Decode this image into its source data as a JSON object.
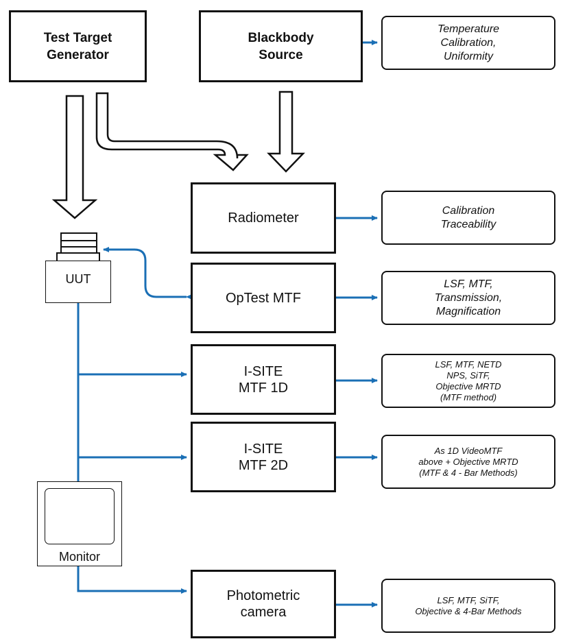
{
  "sources": {
    "test_target_generator": "Test Target\nGenerator",
    "blackbody_source": "Blackbody\nSource"
  },
  "instruments": {
    "radiometer": "Radiometer",
    "optest_mtf": "OpTest MTF",
    "isite_1d": "I-SITE\nMTF 1D",
    "isite_2d": "I-SITE\nMTF 2D",
    "photometric_camera": "Photometric\ncamera"
  },
  "devices": {
    "uut": "UUT",
    "monitor": "Monitor"
  },
  "results": {
    "blackbody": "Temperature\nCalibration,\nUniformity",
    "radiometer": "Calibration\nTraceability",
    "optest": "LSF, MTF,\nTransmission,\nMagnification",
    "isite_1d": "LSF, MTF, NETD\nNPS, SiTF,\nObjective MRTD\n(MTF method)",
    "isite_2d": "As 1D VideoMTF\nabove + Objective MRTD\n(MTF & 4 - Bar Methods)",
    "photometric": "LSF, MTF, SiTF,\nObjective & 4-Bar Methods"
  },
  "colors": {
    "signal_line": "#1a6fb5",
    "outline": "#111111"
  }
}
